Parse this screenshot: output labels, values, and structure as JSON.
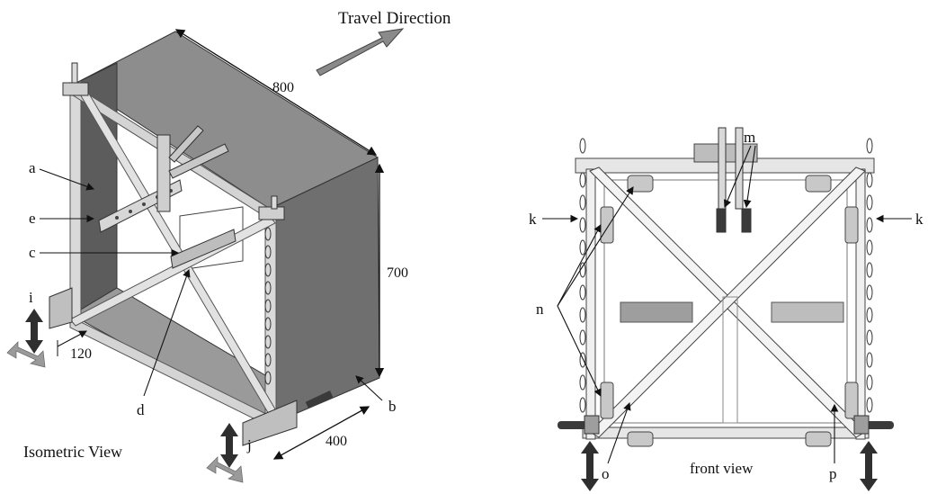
{
  "title": "Travel Direction",
  "captions": {
    "isometric": "Isometric View",
    "front": "front view"
  },
  "dimensions": {
    "length": "800",
    "height": "700",
    "width": "400",
    "offset": "120"
  },
  "labels": {
    "a": "a",
    "b": "b",
    "c": "c",
    "d": "d",
    "e": "e",
    "i": "i",
    "j": "j",
    "k_left": "k",
    "k_right": "k",
    "m": "m",
    "n": "n",
    "o": "o",
    "p": "p"
  },
  "colors": {
    "top_face": "#8a8a8a",
    "right_face": "#6e6e6e",
    "frame": "#cfcfcf",
    "dark": "#3a3a3a",
    "arrow_gray": "#9a9a9a"
  }
}
